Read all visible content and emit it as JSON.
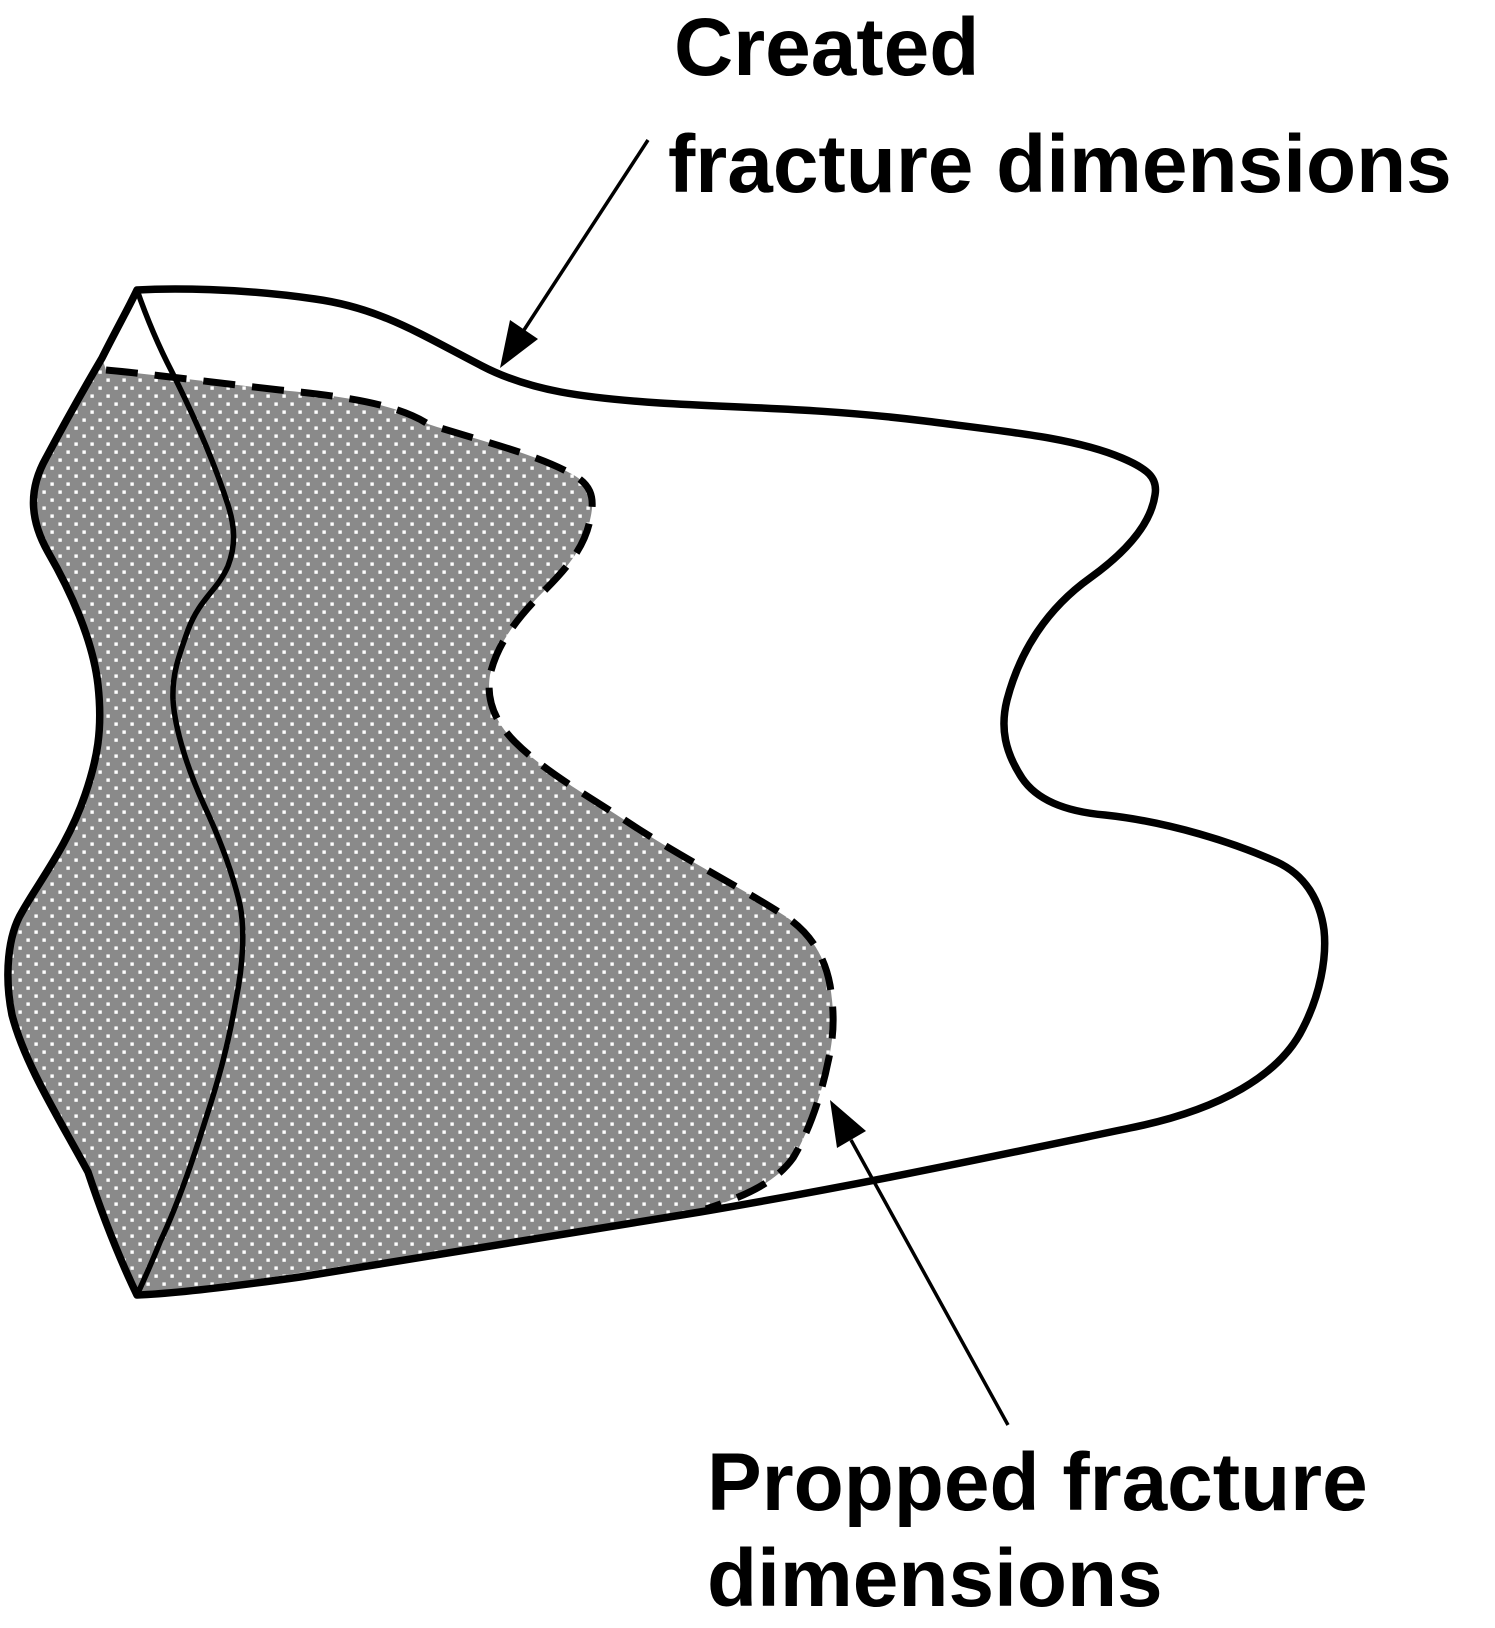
{
  "diagram": {
    "background_color": "#ffffff",
    "ink_color": "#000000",
    "labels": {
      "created": {
        "line1": "Created",
        "line2": "fracture dimensions"
      },
      "propped": {
        "line1": "Propped fracture",
        "line2": "dimensions"
      }
    },
    "regions": {
      "created_fracture": {
        "label": "Created fracture dimensions",
        "outline": "solid",
        "fill": "#ffffff"
      },
      "propped_fracture": {
        "label": "Propped fracture dimensions",
        "outline": "dashed",
        "fill": "#8a8a8a",
        "stipple_dot_color": "#ffffff"
      }
    },
    "annotations": [
      {
        "target": "created_fracture",
        "arrow_direction": "down-left"
      },
      {
        "target": "propped_fracture",
        "arrow_direction": "up-left"
      }
    ]
  }
}
